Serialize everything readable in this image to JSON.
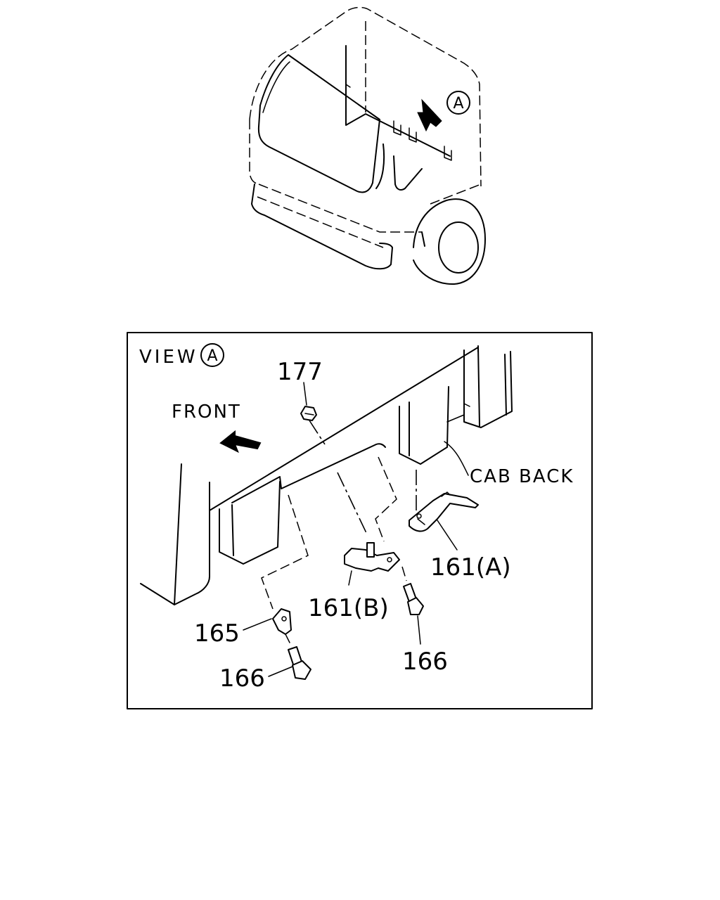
{
  "view_label": {
    "word": "VIEW",
    "marker": "A"
  },
  "top_view_marker": "A",
  "front_label": "FRONT",
  "cab_back_label": "CAB BACK",
  "callouts": {
    "p177": "177",
    "p161a": "161(A)",
    "p161b": "161(B)",
    "p165": "165",
    "p166_left": "166",
    "p166_right": "166"
  }
}
